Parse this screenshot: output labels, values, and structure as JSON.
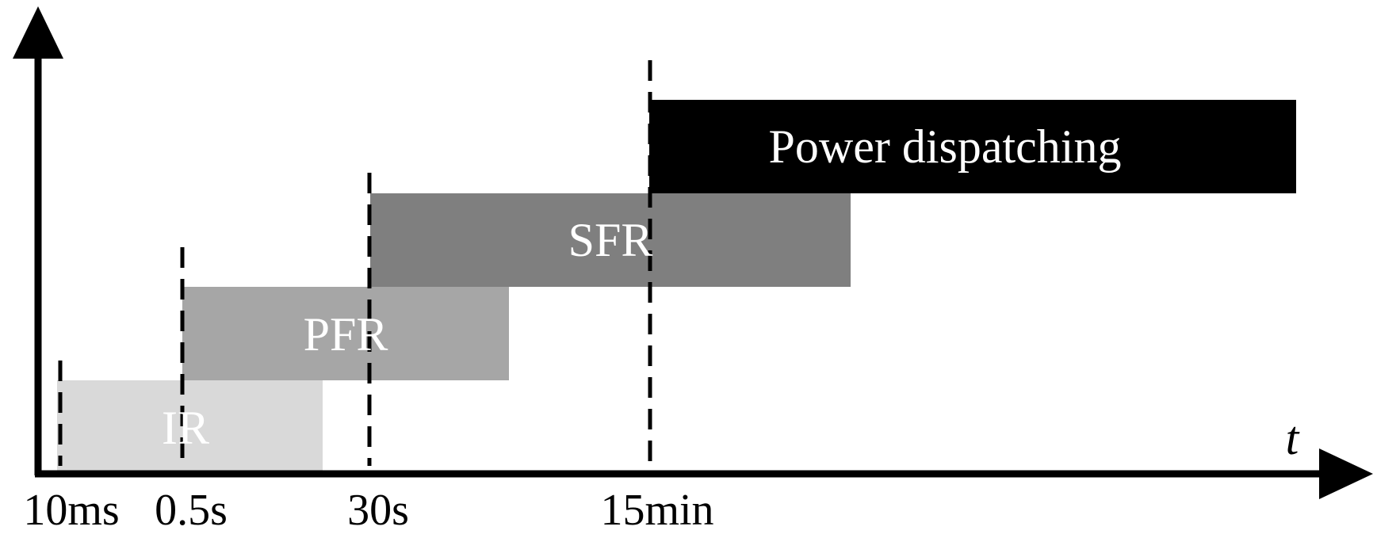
{
  "axis": {
    "x_variable": "t"
  },
  "time_marks": [
    {
      "id": "10ms",
      "label": "10ms"
    },
    {
      "id": "0.5s",
      "label": "0.5s"
    },
    {
      "id": "30s",
      "label": "30s"
    },
    {
      "id": "15min",
      "label": "15min"
    }
  ],
  "bands": [
    {
      "id": "ir",
      "label": "IR",
      "fill": "#d9d9d9",
      "text_color": "#ffffff"
    },
    {
      "id": "pfr",
      "label": "PFR",
      "fill": "#a6a6a6",
      "text_color": "#ffffff"
    },
    {
      "id": "sfr",
      "label": "SFR",
      "fill": "#7f7f7f",
      "text_color": "#ffffff"
    },
    {
      "id": "power",
      "label": "Power dispatching",
      "fill": "#000000",
      "text_color": "#ffffff"
    }
  ]
}
